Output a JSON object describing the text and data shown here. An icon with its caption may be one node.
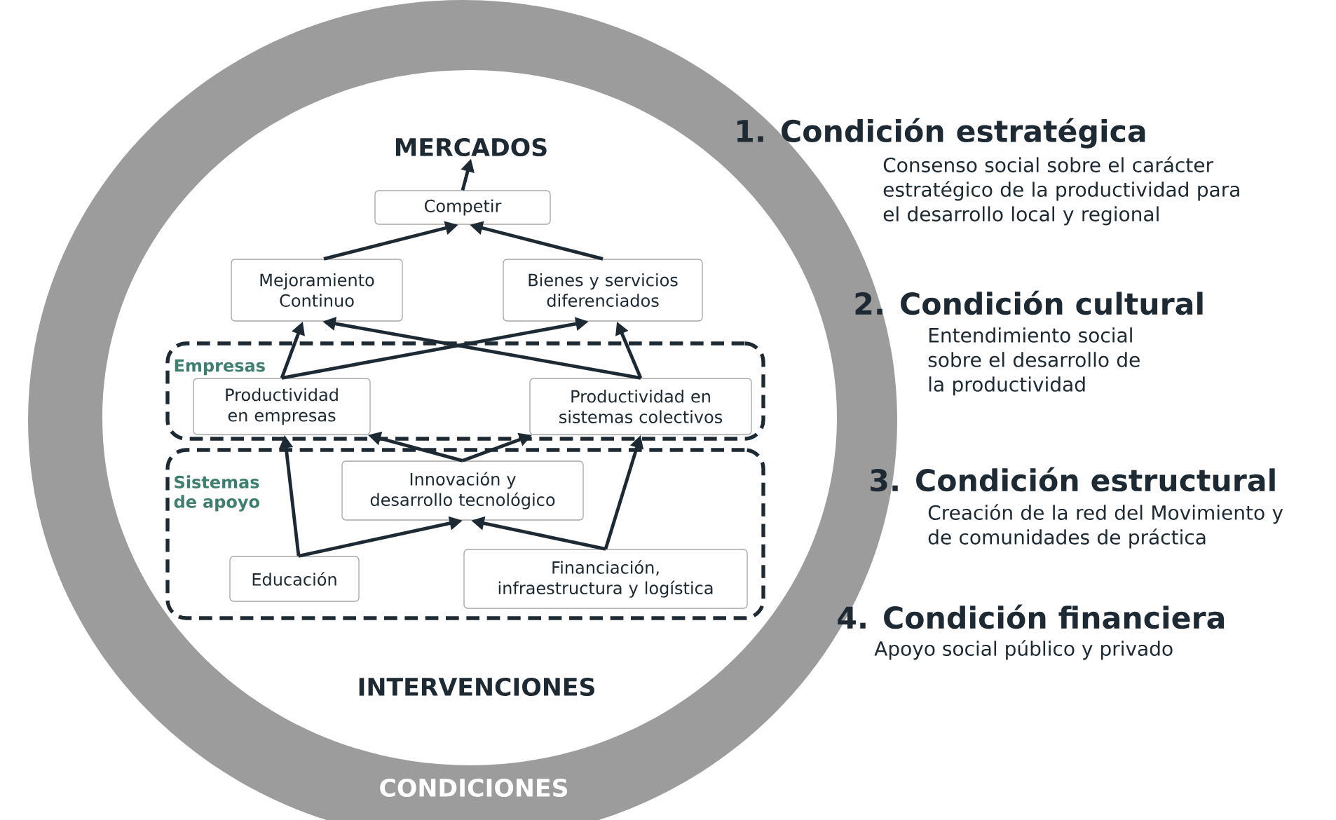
{
  "diagram": {
    "nodes": [
      {
        "text": [
          "CONDICIONES"
        ]
      },
      {
        "text": [
          "MERCADOS"
        ],
        "in": 0
      },
      {
        "text": [
          "Competir"
        ],
        "in": 0
      },
      {
        "text": [
          "Mejoramiento Continuo"
        ],
        "in": 0
      },
      {
        "text": [
          "Bienes y servicios diferenciados"
        ],
        "in": 0
      },
      {
        "text": [
          "Empresas"
        ],
        "in": 0
      },
      {
        "text": [
          "Productividad en empresas"
        ],
        "in": 5
      },
      {
        "text": [
          "Productividad en sistemas colectivos"
        ],
        "in": 5
      },
      {
        "text": [
          "Sistemas de apoyo"
        ],
        "in": 0
      },
      {
        "text": [
          "Innovación y desarrollo tecnológico"
        ],
        "in": 8
      },
      {
        "text": [
          "Educación"
        ],
        "in": 8
      },
      {
        "text": [
          "Financiación, infraestructura y logística"
        ],
        "in": 8
      }
    ],
    "edges": [
      {
        "from": 2,
        "to": 1,
        "arrow": "to"
      },
      {
        "from": 3,
        "to": 2,
        "arrow": "to"
      },
      {
        "from": 4,
        "to": 2,
        "arrow": "to"
      },
      {
        "from": 6,
        "to": 3,
        "arrow": "to"
      },
      {
        "from": 6,
        "to": 4,
        "arrow": "to"
      },
      {
        "from": 7,
        "to": 3,
        "arrow": "to"
      },
      {
        "from": 7,
        "to": 4,
        "arrow": "to"
      },
      {
        "from": 9,
        "to": 6,
        "arrow": "to"
      },
      {
        "from": 9,
        "to": 7,
        "arrow": "to"
      },
      {
        "from": 10,
        "to": 9,
        "arrow": "to"
      },
      {
        "from": 10,
        "to": 6,
        "arrow": "to"
      },
      {
        "from": 11,
        "to": 9,
        "arrow": "to"
      },
      {
        "from": 11,
        "to": 7,
        "arrow": "to"
      }
    ],
    "labels": [
      "INTERVENCIONES",
      "1. Condición estratégica",
      "Consenso social sobre el carácter estratégico de la productividad para el desarrollo local y regional",
      "2. Condición cultural",
      "Entendimiento social sobre el desarrollo de la productividad",
      "3. Condición estructural",
      "Creación de la red del Movimiento y de comunidades de práctica",
      "4. Condición financiera",
      "Apoyo social público y privado"
    ]
  }
}
